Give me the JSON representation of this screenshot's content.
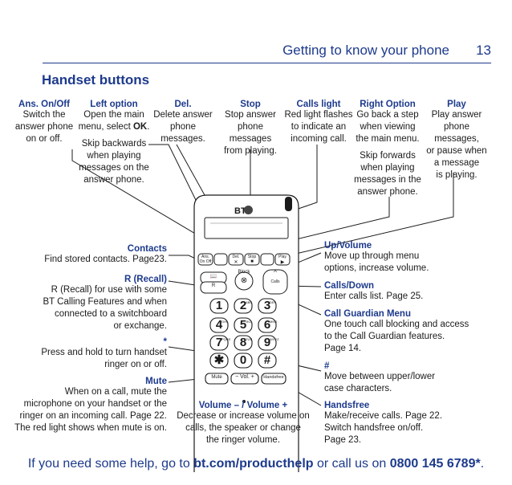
{
  "header": {
    "title": "Getting to know your phone",
    "page_number": "13"
  },
  "section_title": "Handset buttons",
  "top_labels": [
    {
      "label": "Ans. On/Off",
      "lines": [
        "Switch the",
        "answer phone",
        "on or off."
      ]
    },
    {
      "label": "Left option",
      "lines": [
        "Open the main",
        "menu, select OK."
      ],
      "extra": [
        "Skip backwards",
        "when playing",
        "messages on the",
        "answer phone."
      ]
    },
    {
      "label": "Del.",
      "lines": [
        "Delete answer",
        "phone messages."
      ]
    },
    {
      "label": "Stop",
      "lines": [
        "Stop answer",
        "phone messages",
        "from playing."
      ]
    },
    {
      "label": "Calls light",
      "lines": [
        "Red light flashes",
        "to indicate an",
        "incoming call."
      ]
    },
    {
      "label": "Right Option",
      "lines": [
        "Go back a step",
        "when viewing",
        "the main menu."
      ],
      "extra": [
        "Skip forwards",
        "when playing",
        "messages in the",
        "answer phone."
      ]
    },
    {
      "label": "Play",
      "lines": [
        "Play answer",
        "phone messages,",
        "or pause when",
        "a message",
        "is playing."
      ]
    }
  ],
  "left_labels": [
    {
      "label": "Contacts",
      "lines": [
        "Find stored contacts. Page23."
      ]
    },
    {
      "label": "R (Recall)",
      "lines": [
        "R (Recall) for use with some",
        "BT Calling Features and when",
        "connected to a switchboard",
        "or exchange."
      ]
    },
    {
      "label": "*",
      "lines": [
        "Press and hold to turn handset",
        "ringer on or off."
      ]
    },
    {
      "label": "Mute",
      "lines": [
        "When on a call, mute the",
        "microphone on your handset or the",
        "ringer on an incoming call. Page 22.",
        "The red light shows when mute is on."
      ]
    }
  ],
  "bottom_label": {
    "label": "Volume – / Volume +",
    "lines": [
      "Decrease or increase volume on",
      "calls, the speaker or change",
      "the ringer volume."
    ]
  },
  "right_labels": [
    {
      "label": "Up/Volume",
      "lines": [
        "Move up through menu",
        "options, increase volume."
      ]
    },
    {
      "label": "Calls/Down",
      "lines": [
        "Enter calls list. Page 25."
      ]
    },
    {
      "label": "Call Guardian Menu",
      "lines": [
        "One touch call blocking and access",
        "to the Call Guardian features.",
        "Page 14."
      ]
    },
    {
      "label": "#",
      "lines": [
        "Move between upper/lower",
        "case characters."
      ]
    },
    {
      "label": "Handsfree",
      "lines": [
        "Make/receive calls. Page 22.",
        "Switch handsfree on/off.",
        "Page 23."
      ]
    }
  ],
  "phone": {
    "brand": "BT",
    "soft_labels": [
      "Ans. On Off",
      "Del.",
      "Stop",
      "Play"
    ],
    "soft_symbols": [
      "✕",
      "■",
      "▶"
    ],
    "block_label": "Block",
    "recall_key": "R",
    "calls_key": "Calls",
    "keys": [
      {
        "d": "1",
        "s": ""
      },
      {
        "d": "2",
        "s": "ABC"
      },
      {
        "d": "3",
        "s": "DEF"
      },
      {
        "d": "4",
        "s": "GHI"
      },
      {
        "d": "5",
        "s": "JKL"
      },
      {
        "d": "6",
        "s": "MNO"
      },
      {
        "d": "7",
        "s": "PQRS"
      },
      {
        "d": "8",
        "s": "TUV"
      },
      {
        "d": "9",
        "s": "WXYZ"
      },
      {
        "d": "✱",
        "s": ""
      },
      {
        "d": "0",
        "s": ""
      },
      {
        "d": "#",
        "s": ""
      }
    ],
    "mute_key": "Mute",
    "vol_key": "−  Vol.  +",
    "handsfree_key": "Handsfree"
  },
  "footer": {
    "prefix": "If you need some help, go to ",
    "site": "bt.com/producthelp",
    "middle": " or call us on ",
    "phone": "0800 145 6789*",
    "suffix": "."
  }
}
